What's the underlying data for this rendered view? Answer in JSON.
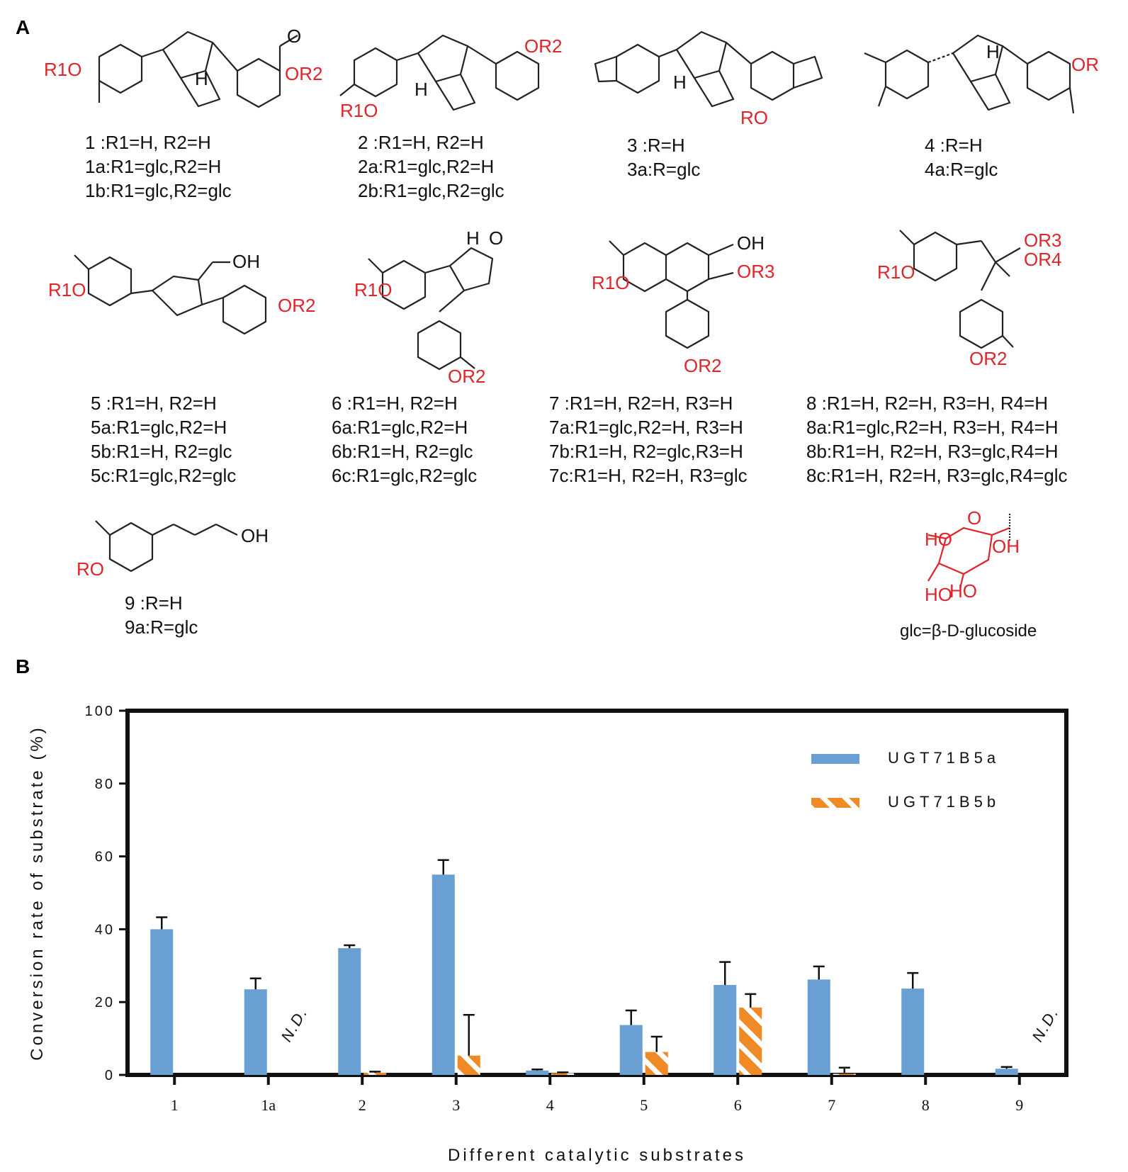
{
  "panels": {
    "a": "A",
    "b": "B"
  },
  "structures": [
    {
      "id": "1",
      "lines": [
        "1  :R1=H,  R2=H",
        "1a:R1=glc,R2=H",
        "1b:R1=glc,R2=glc"
      ],
      "sub_labels": [
        "R1O",
        "OR2"
      ]
    },
    {
      "id": "2",
      "lines": [
        "2  :R1=H,  R2=H",
        "2a:R1=glc,R2=H",
        "2b:R1=glc,R2=glc"
      ],
      "sub_labels": [
        "R1O",
        "OR2"
      ]
    },
    {
      "id": "3",
      "lines": [
        "3  :R=H",
        "3a:R=glc"
      ],
      "sub_labels": [
        "RO"
      ]
    },
    {
      "id": "4",
      "lines": [
        "4  :R=H",
        "4a:R=glc"
      ],
      "sub_labels": [
        "OR"
      ]
    },
    {
      "id": "5",
      "lines": [
        "5  :R1=H,  R2=H",
        "5a:R1=glc,R2=H",
        "5b:R1=H,  R2=glc",
        "5c:R1=glc,R2=glc"
      ],
      "sub_labels": [
        "R1O",
        "OR2",
        "OH"
      ]
    },
    {
      "id": "6",
      "lines": [
        "6  :R1=H,  R2=H",
        "6a:R1=glc,R2=H",
        "6b:R1=H,  R2=glc",
        "6c:R1=glc,R2=glc"
      ],
      "sub_labels": [
        "R1O",
        "OR2",
        "O",
        "H"
      ]
    },
    {
      "id": "7",
      "lines": [
        "7  :R1=H,  R2=H,  R3=H",
        "7a:R1=glc,R2=H,  R3=H",
        "7b:R1=H,  R2=glc,R3=H",
        "7c:R1=H,  R2=H,  R3=glc"
      ],
      "sub_labels": [
        "R1O",
        "OR2",
        "OR3",
        "OH"
      ]
    },
    {
      "id": "8",
      "lines": [
        "8  :R1=H,  R2=H,  R3=H,  R4=H",
        "8a:R1=glc,R2=H,  R3=H,  R4=H",
        "8b:R1=H,  R2=H,  R3=glc,R4=H",
        "8c:R1=H,  R2=H,  R3=glc,R4=glc"
      ],
      "sub_labels": [
        "R1O",
        "OR2",
        "OR3",
        "OR4"
      ]
    },
    {
      "id": "9",
      "lines": [
        "9  :R=H",
        "9a:R=glc"
      ],
      "sub_labels": [
        "RO",
        "OH"
      ]
    }
  ],
  "glucoside": {
    "caption": "glc=β-D-glucoside",
    "labels": [
      "HO",
      "OH",
      "HO",
      "HO",
      "O"
    ]
  },
  "chart_data": {
    "type": "bar",
    "xlabel": "Different catalytic substrates",
    "ylabel": "Conversion rate of substrate (%)",
    "ylim": [
      0,
      100
    ],
    "yticks": [
      0,
      20,
      40,
      60,
      80,
      100
    ],
    "categories": [
      "1",
      "1a",
      "2",
      "3",
      "4",
      "5",
      "6",
      "7",
      "8",
      "9"
    ],
    "series": [
      {
        "name": "UGT71B5a",
        "color": "#6a9fd4",
        "pattern": "solid",
        "values": [
          40,
          23.5,
          34.8,
          55,
          1.2,
          13.7,
          24.7,
          26.2,
          23.7,
          1.7
        ],
        "errors": [
          3.3,
          3.0,
          0.8,
          4.0,
          0.3,
          4.0,
          6.3,
          3.6,
          4.3,
          0.5
        ]
      },
      {
        "name": "UGT71B5b",
        "color": "#f08a24",
        "pattern": "hatched",
        "values": [
          null,
          null,
          0.6,
          5.3,
          0.5,
          6.3,
          18.5,
          0.3,
          null,
          null
        ],
        "errors": [
          null,
          null,
          0.3,
          11.2,
          0.2,
          4.2,
          3.7,
          1.7,
          null,
          null
        ]
      }
    ],
    "annotations": [
      {
        "category": "1a",
        "text": "N.D."
      },
      {
        "category": "9",
        "text": "N.D."
      }
    ],
    "legend": "top-right",
    "grid": false
  }
}
